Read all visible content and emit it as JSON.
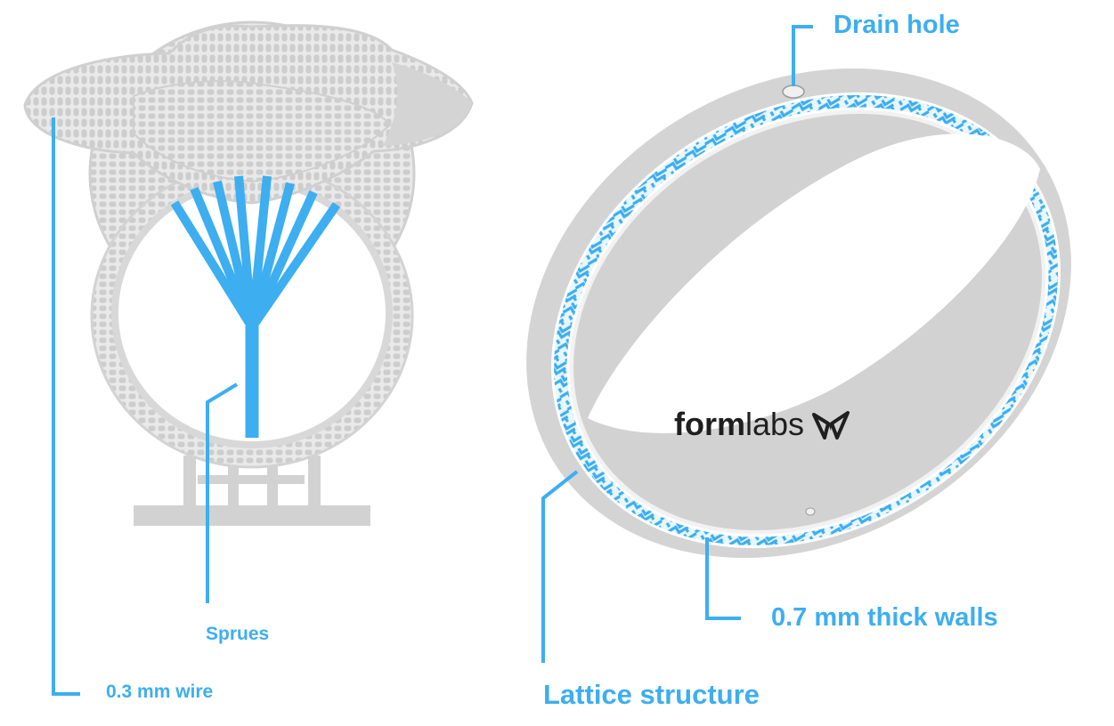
{
  "labels": {
    "drain_hole": "Drain hole",
    "thick_walls": "0.7 mm thick walls",
    "lattice_structure": "Lattice structure",
    "sprues": "Sprues",
    "wire": "0.3 mm wire"
  },
  "brand": {
    "text_bold": "form",
    "text_regular": "labs",
    "logo_icon": "butterfly-logo-icon"
  },
  "colors": {
    "accent": "#3daef0",
    "model_gray": "#d6d6d6",
    "model_light": "#e4e4e4",
    "brand_text": "#1f1f1f"
  }
}
